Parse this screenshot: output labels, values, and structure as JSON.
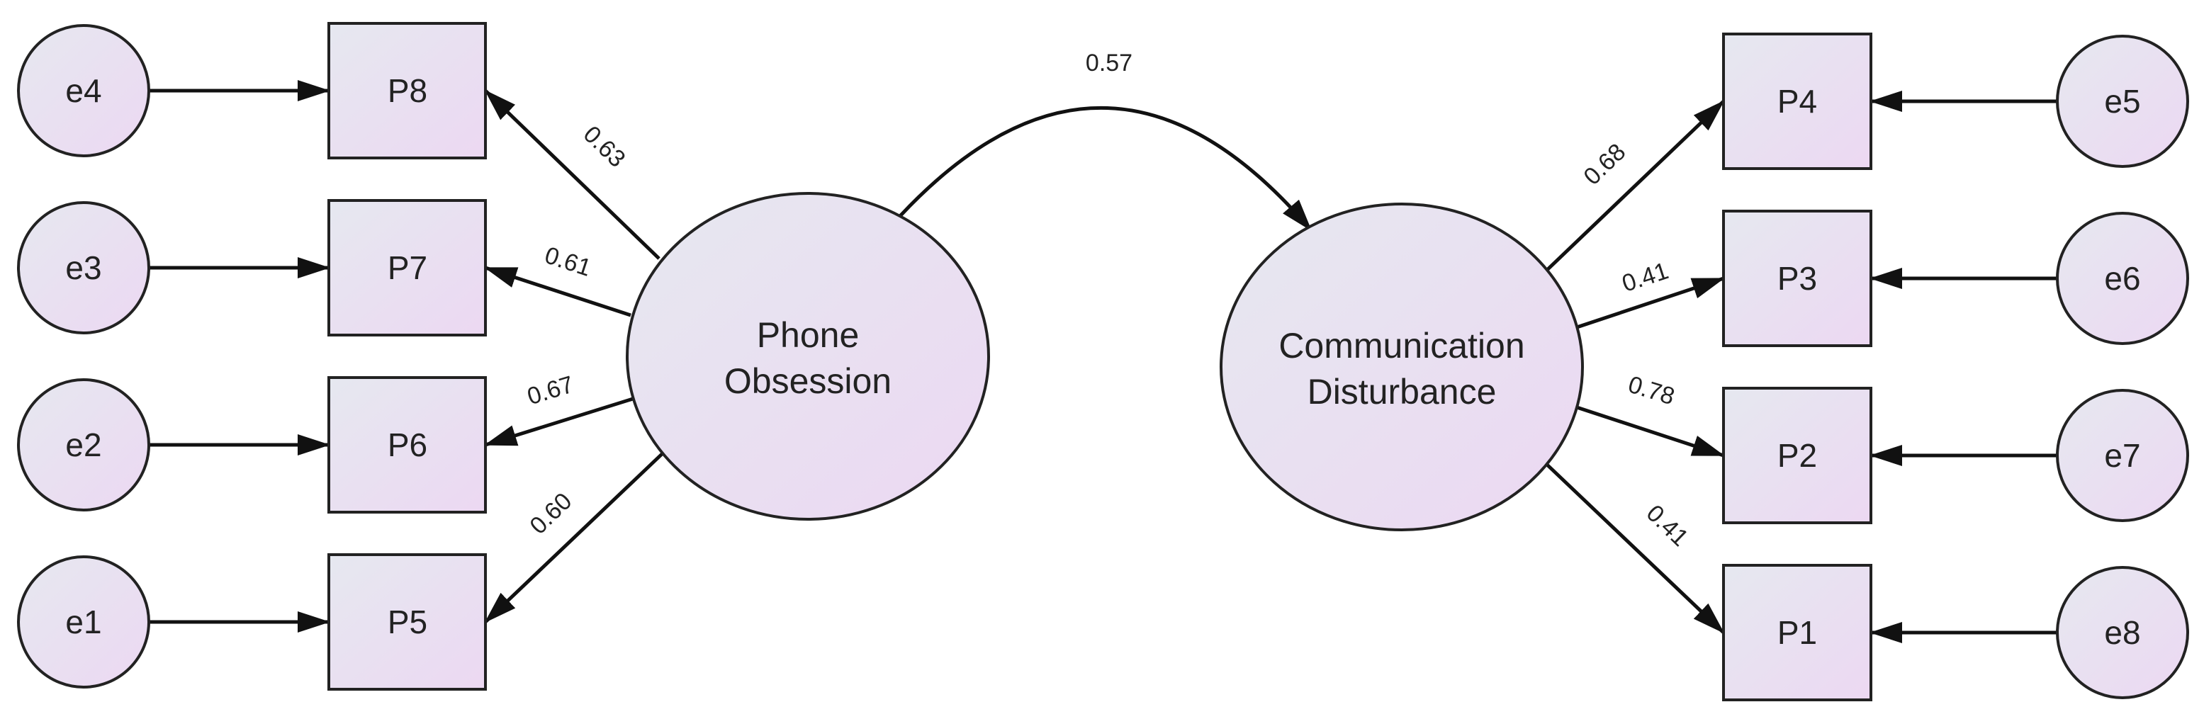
{
  "colors": {
    "fill_start": "#e6e8f0",
    "fill_end": "#ecd8f2",
    "stroke": "#222222",
    "background": "#ffffff"
  },
  "latents": {
    "phone": {
      "line1": "Phone",
      "line2": "Obsession"
    },
    "comm": {
      "line1": "Communication",
      "line2": "Disturbance"
    }
  },
  "covariance": {
    "value": "0.57"
  },
  "observed": {
    "P8": "P8",
    "P7": "P7",
    "P6": "P6",
    "P5": "P5",
    "P4": "P4",
    "P3": "P3",
    "P2": "P2",
    "P1": "P1"
  },
  "errors": {
    "e4": "e4",
    "e3": "e3",
    "e2": "e2",
    "e1": "e1",
    "e5": "e5",
    "e6": "e6",
    "e7": "e7",
    "e8": "e8"
  },
  "loadings": {
    "P8": "0.63",
    "P7": "0.61",
    "P6": "0.67",
    "P5": "0.60",
    "P4": "0.68",
    "P3": "0.41",
    "P2": "0.78",
    "P1": "0.41"
  }
}
